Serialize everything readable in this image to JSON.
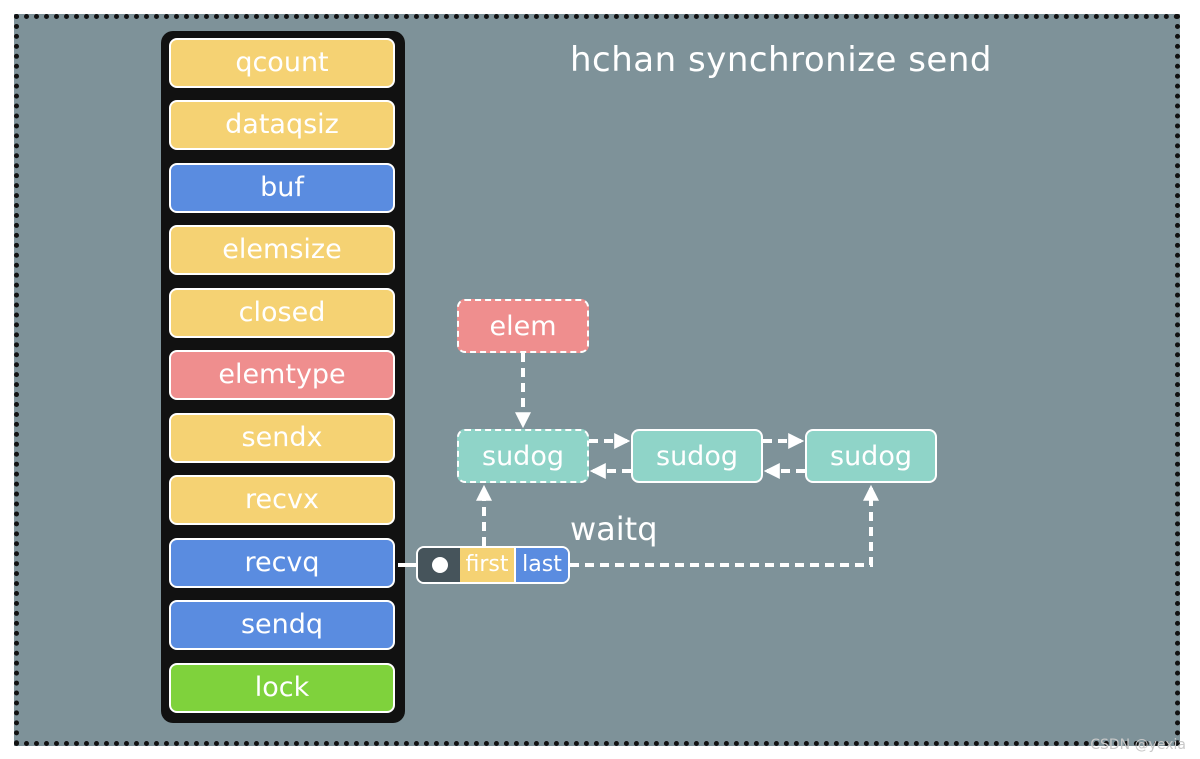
{
  "title": "hchan synchronize send",
  "hchan_fields": [
    {
      "label": "qcount",
      "color": "yellow"
    },
    {
      "label": "dataqsiz",
      "color": "yellow"
    },
    {
      "label": "buf",
      "color": "blue"
    },
    {
      "label": "elemsize",
      "color": "yellow"
    },
    {
      "label": "closed",
      "color": "yellow"
    },
    {
      "label": "elemtype",
      "color": "red"
    },
    {
      "label": "sendx",
      "color": "yellow"
    },
    {
      "label": "recvx",
      "color": "yellow"
    },
    {
      "label": "recvq",
      "color": "blue"
    },
    {
      "label": "sendq",
      "color": "blue"
    },
    {
      "label": "lock",
      "color": "green"
    }
  ],
  "elem": "elem",
  "sudogs": [
    "sudog",
    "sudog",
    "sudog"
  ],
  "waitq": {
    "label": "waitq",
    "first": "first",
    "last": "last"
  },
  "watermark": "CSDN @yexia",
  "colors": {
    "background": "#7e9299",
    "yellow": "#f5d273",
    "blue": "#5a8ce0",
    "red": "#ef8e8e",
    "green": "#7fd23c",
    "sudog": "#8fd4c8"
  }
}
